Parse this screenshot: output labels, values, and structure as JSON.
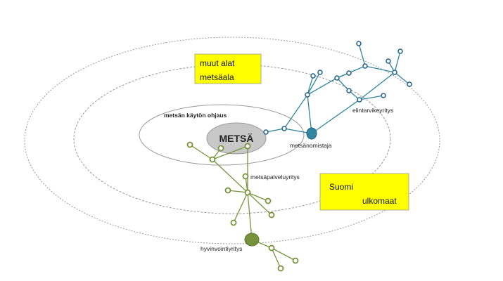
{
  "labels": {
    "center": "METSÄ",
    "inner_ring": "metsän käytön ohjaus",
    "box_top_line1": "muut alat",
    "box_top_line2": "metsäala",
    "box_bottom_line1": "Suomi",
    "box_bottom_line2": "ulkomaat",
    "node_owner": "metsänomistaja",
    "node_food": "elintarvikeyritys",
    "node_service": "metsäpalveluyritys",
    "node_wellbeing": "hyvinvointiyritys"
  },
  "colors": {
    "background": "#ffffff",
    "center_fill": "#c8c8c8",
    "box_fill": "#ffff00",
    "blue_network": "#31859c",
    "blue_node_stroke": "#1f5f8b",
    "green_network": "#77933c",
    "green_node_fill": "#76923c",
    "ring_stroke": "#9a9a9a"
  },
  "icons": {
    "open_node": "circle-node-icon",
    "filled_node": "filled-node-icon"
  }
}
